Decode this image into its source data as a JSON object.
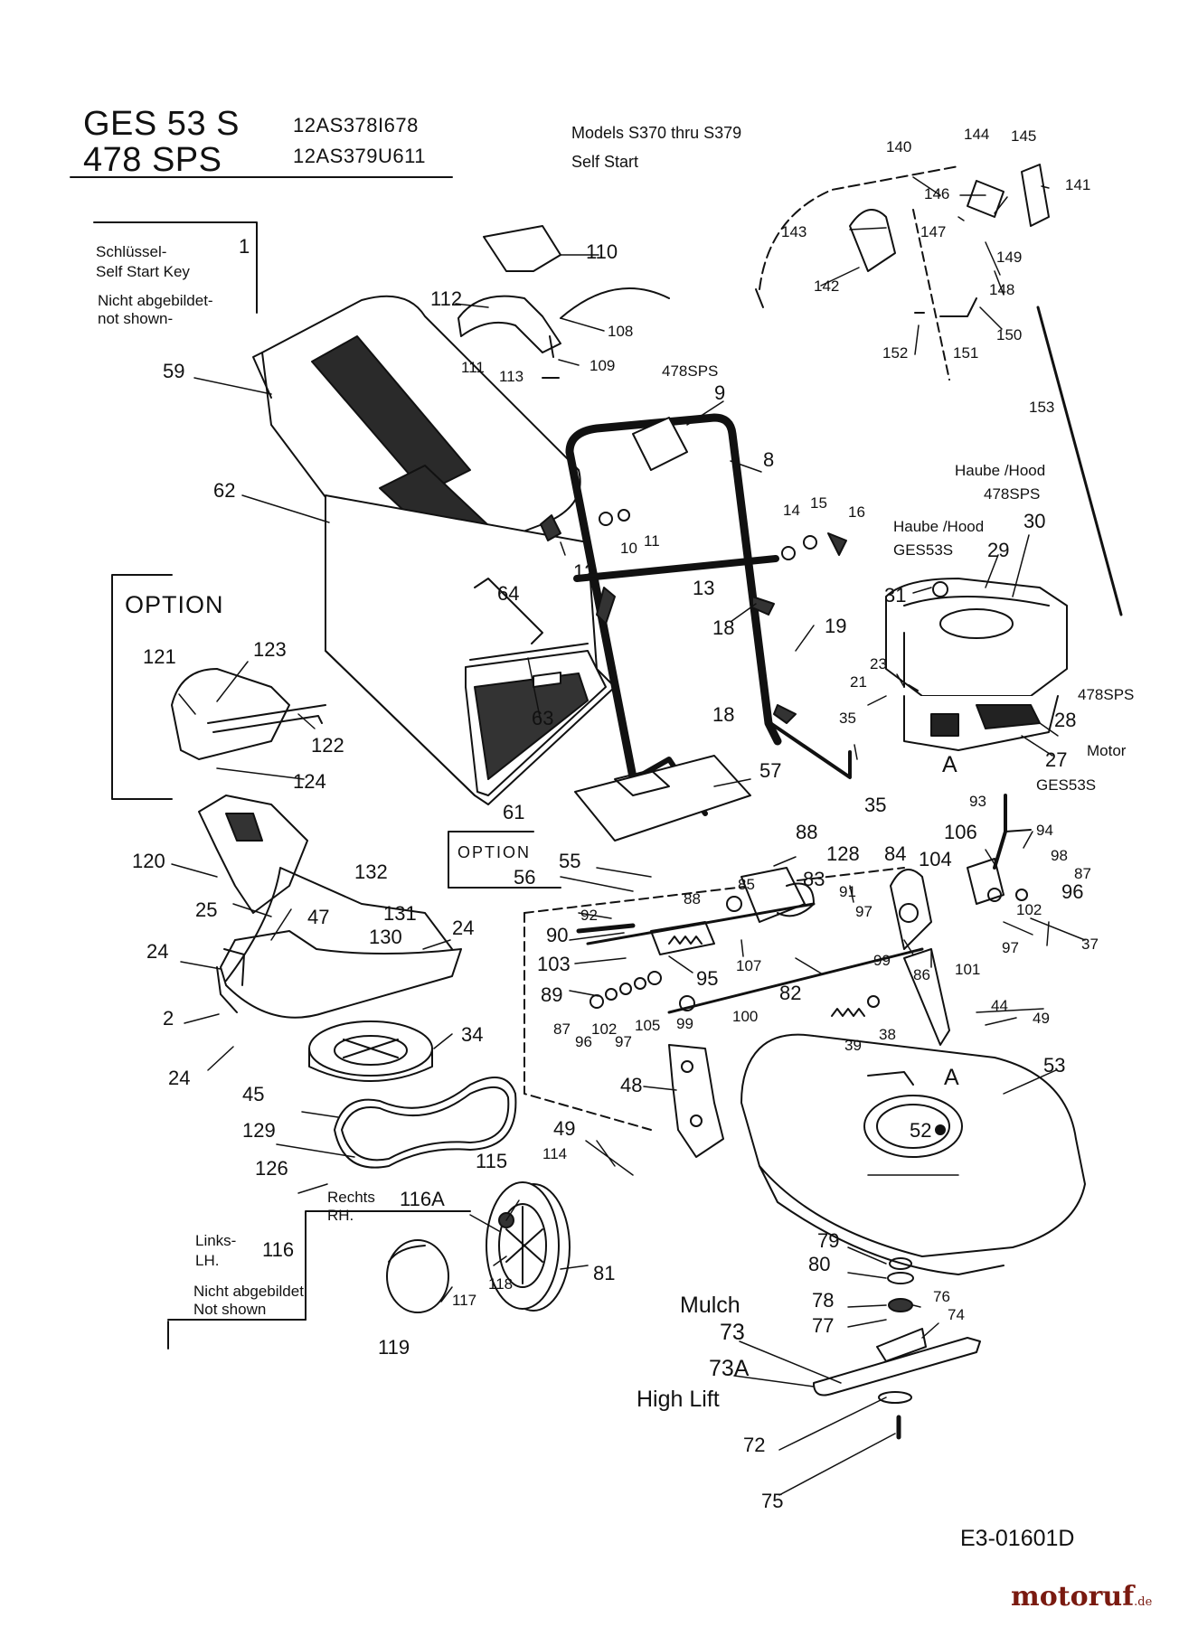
{
  "header": {
    "model_line_1": "GES 53 S",
    "model_line_2": "478 SPS",
    "code_1": "12AS378I678",
    "code_2": "12AS379U611",
    "models_note": "Models S370  thru  S379",
    "self_start": "Self Start"
  },
  "notes": {
    "key_de": "Schlüssel-",
    "key_en": "Self Start Key",
    "key_num": "1",
    "not_shown_de": "Nicht abgebildet-",
    "not_shown_en": "not shown-",
    "option_1": "OPTION",
    "option_2": "OPTION",
    "hood_478": "Haube /Hood",
    "hood_478_model": "478SPS",
    "hood_ges": "Haube /Hood",
    "hood_ges_model": "GES53S",
    "grip_model": "478SPS",
    "engine_478": "478SPS",
    "engine_motor": "Motor",
    "engine_ges": "GES53S",
    "rh_de": "Rechts",
    "rh_en": "RH.",
    "lh_de": "Links-",
    "lh_en": "LH.",
    "lh_num": "116",
    "lh_not_shown_de": "Nicht abgebildet",
    "lh_not_shown_en": "Not shown",
    "mulch": "Mulch",
    "high_lift": "High Lift",
    "ref_a_engine": "A",
    "ref_a_deck": "A",
    "drawing_id": "E3-01601D",
    "logo": "motoruf",
    "logo_tld": ".de"
  },
  "part_labels": [
    "110",
    "112",
    "108",
    "111",
    "113",
    "109",
    "59",
    "62",
    "9",
    "8",
    "12",
    "10",
    "11",
    "14",
    "15",
    "16",
    "13",
    "18",
    "19",
    "18",
    "57",
    "61",
    "63",
    "64",
    "121",
    "123",
    "122",
    "124",
    "120",
    "56",
    "55",
    "88",
    "128",
    "84",
    "104",
    "106",
    "94",
    "93",
    "98",
    "87",
    "96",
    "102",
    "97",
    "37",
    "83",
    "85",
    "88",
    "92",
    "90",
    "103",
    "95",
    "107",
    "91",
    "97",
    "99",
    "86",
    "101",
    "89",
    "87",
    "96",
    "102",
    "97",
    "105",
    "99",
    "100",
    "82",
    "39",
    "38",
    "44",
    "49",
    "53",
    "52",
    "48",
    "49",
    "114",
    "115",
    "116A",
    "118",
    "81",
    "117",
    "119",
    "126",
    "129",
    "45",
    "34",
    "2",
    "24",
    "24",
    "24",
    "25",
    "47",
    "132",
    "131",
    "130",
    "79",
    "80",
    "78",
    "77",
    "76",
    "74",
    "73",
    "73A",
    "72",
    "75",
    "140",
    "144",
    "145",
    "141",
    "146",
    "143",
    "147",
    "149",
    "142",
    "148",
    "150",
    "152",
    "151",
    "153",
    "30",
    "29",
    "31",
    "23",
    "21",
    "35",
    "35",
    "28",
    "27"
  ]
}
